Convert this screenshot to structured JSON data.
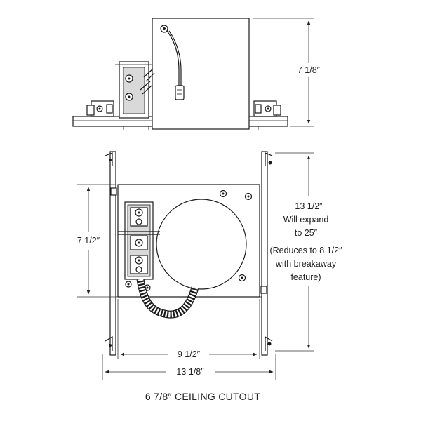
{
  "dimensions": {
    "side_height": "7 1/8″",
    "front_height": "7 1/2″",
    "bar_span_line1": "13 1/2″",
    "bar_span_line2": "Will expand",
    "bar_span_line3": "to 25″",
    "bar_span_line4": "(Reduces to 8 1/2″",
    "bar_span_line5": "with breakaway",
    "bar_span_line6": "feature)",
    "plate_width": "9 1/2″",
    "overall_width": "13 1/8″"
  },
  "caption": "6 7/8″ CEILING CUTOUT"
}
